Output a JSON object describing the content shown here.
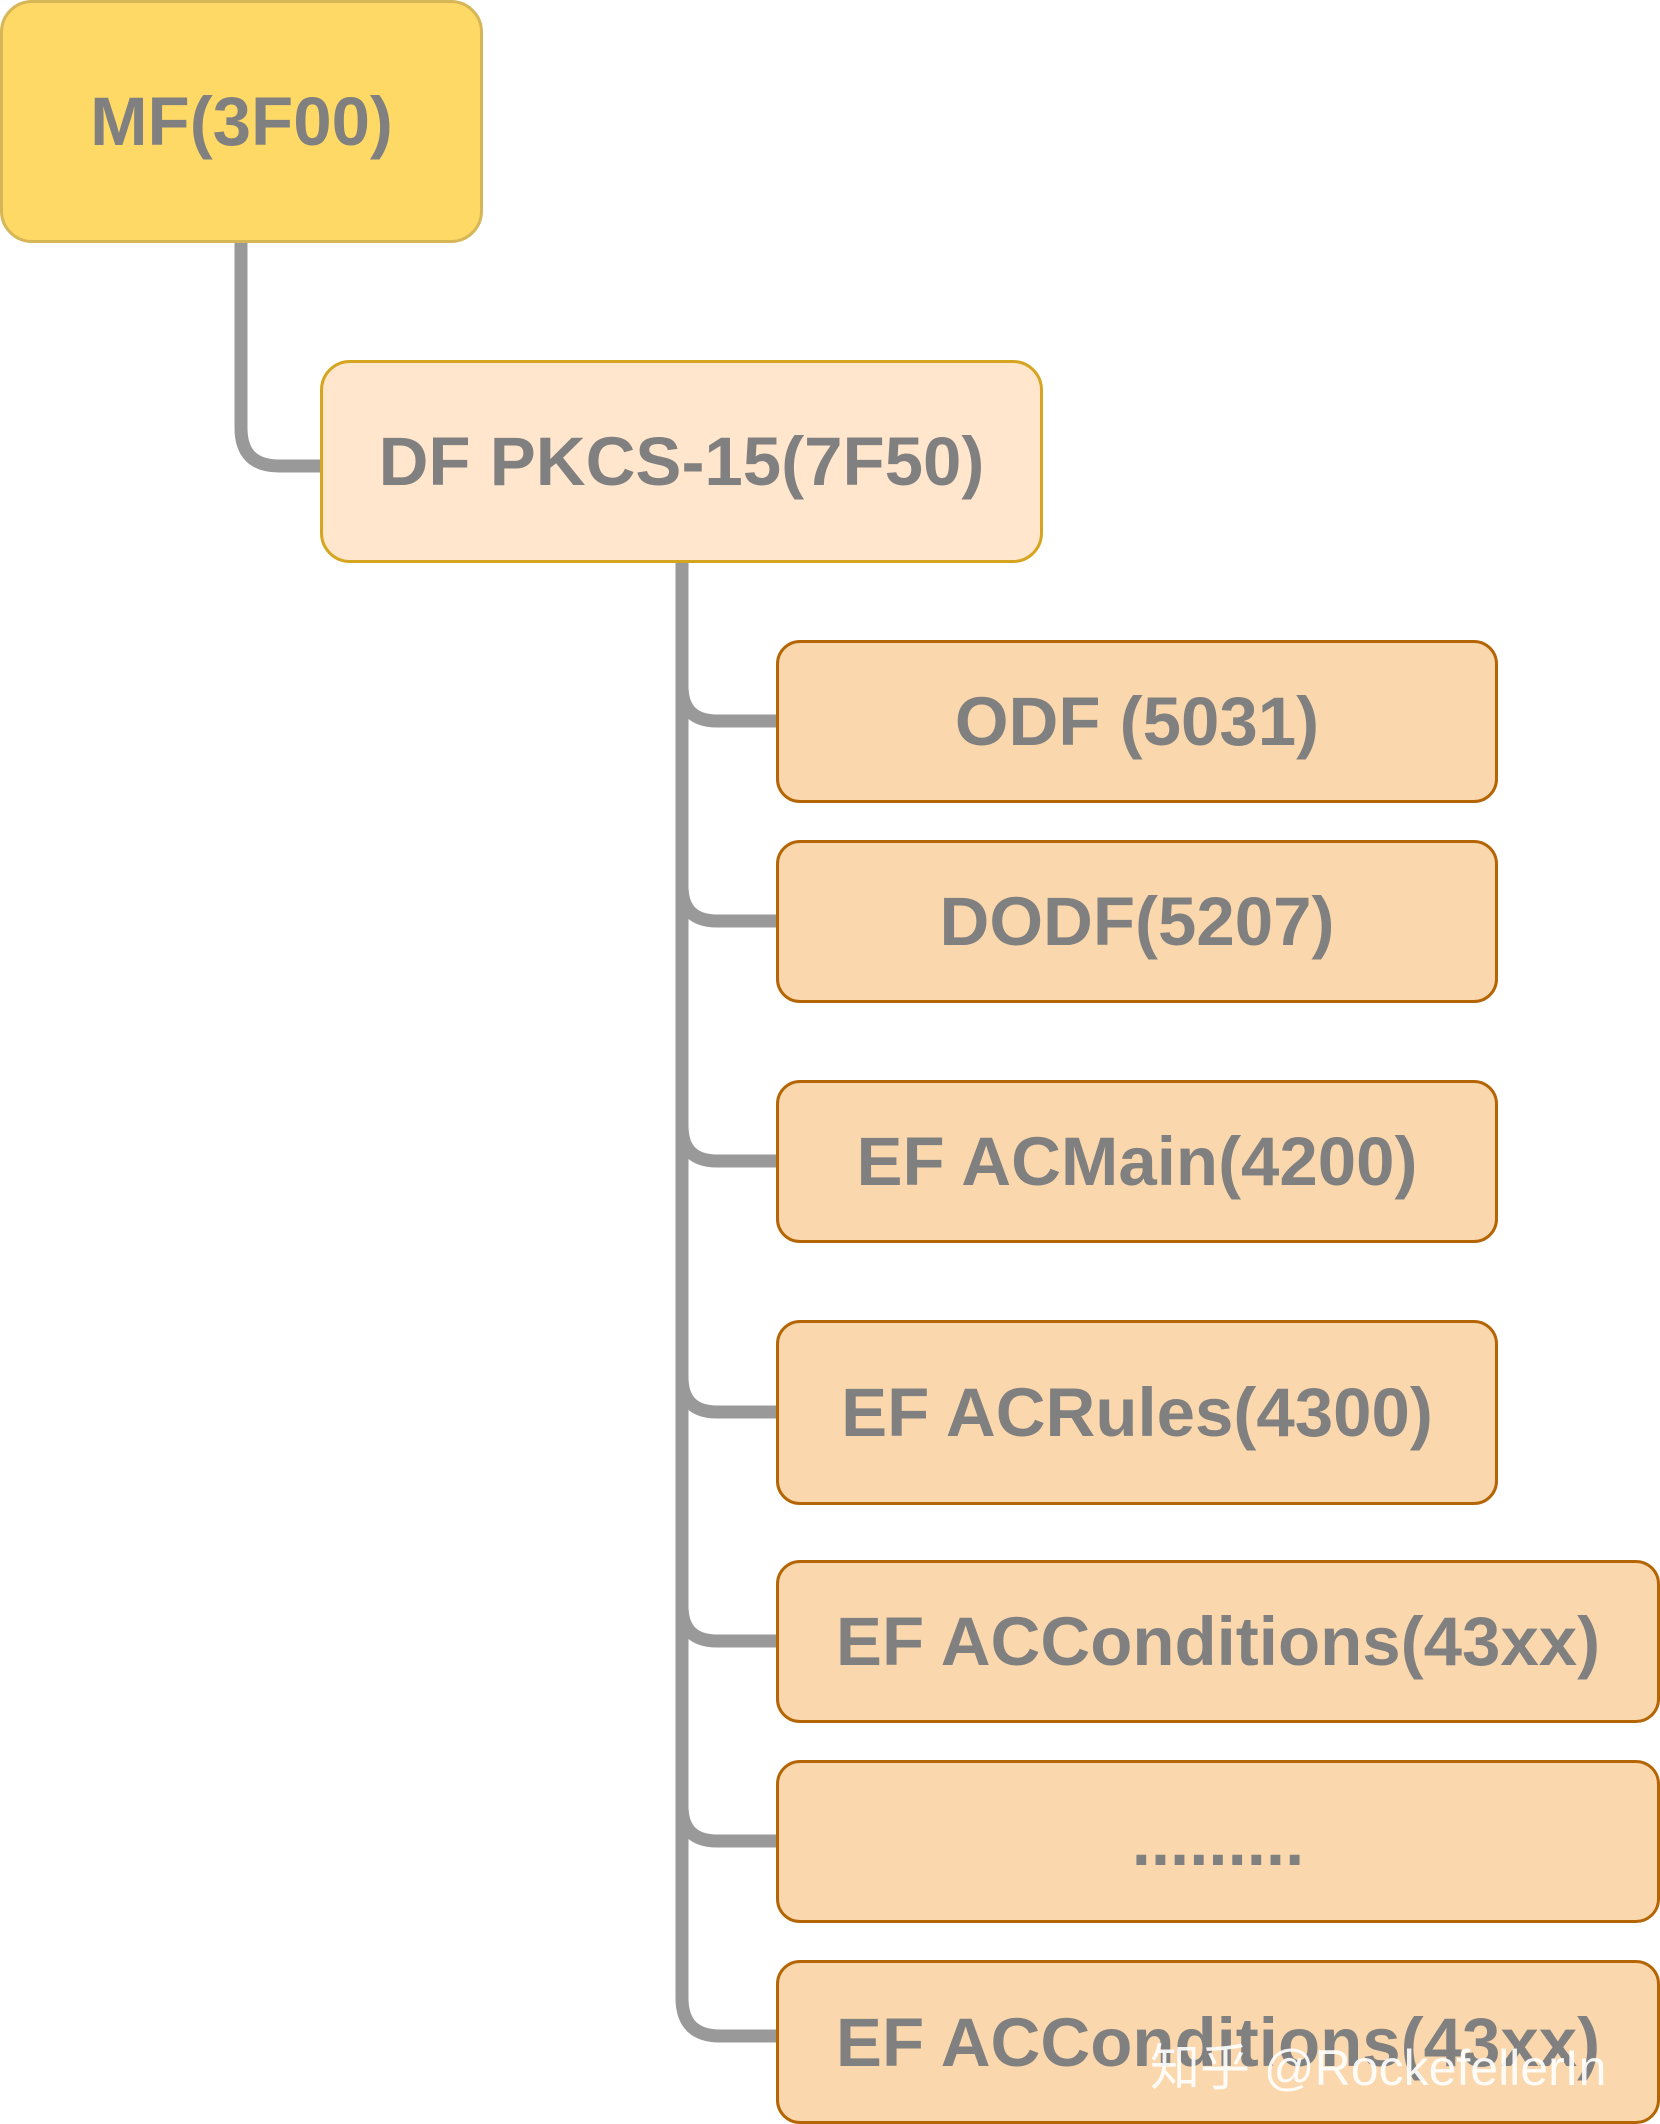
{
  "diagram": {
    "root": {
      "label": "MF(3F00)"
    },
    "df": {
      "label": "DF PKCS-15(7F50)"
    },
    "children": [
      {
        "label": "ODF (5031)"
      },
      {
        "label": "DODF(5207)"
      },
      {
        "label": "EF ACMain(4200)"
      },
      {
        "label": "EF ACRules(4300)"
      },
      {
        "label": "EF ACConditions(43xx)"
      },
      {
        "label": "........."
      },
      {
        "label": "EF ACConditions(43xx)"
      }
    ],
    "colors": {
      "root_fill": "#ffd966",
      "root_border": "#d6b656",
      "df_fill": "#ffe6cc",
      "df_border": "#d6a520",
      "leaf_fill": "#fad7ac",
      "leaf_border": "#b46504",
      "connector": "#999999",
      "text": "#808080"
    }
  },
  "watermark": {
    "text": "知乎 @RockefellerIn"
  }
}
